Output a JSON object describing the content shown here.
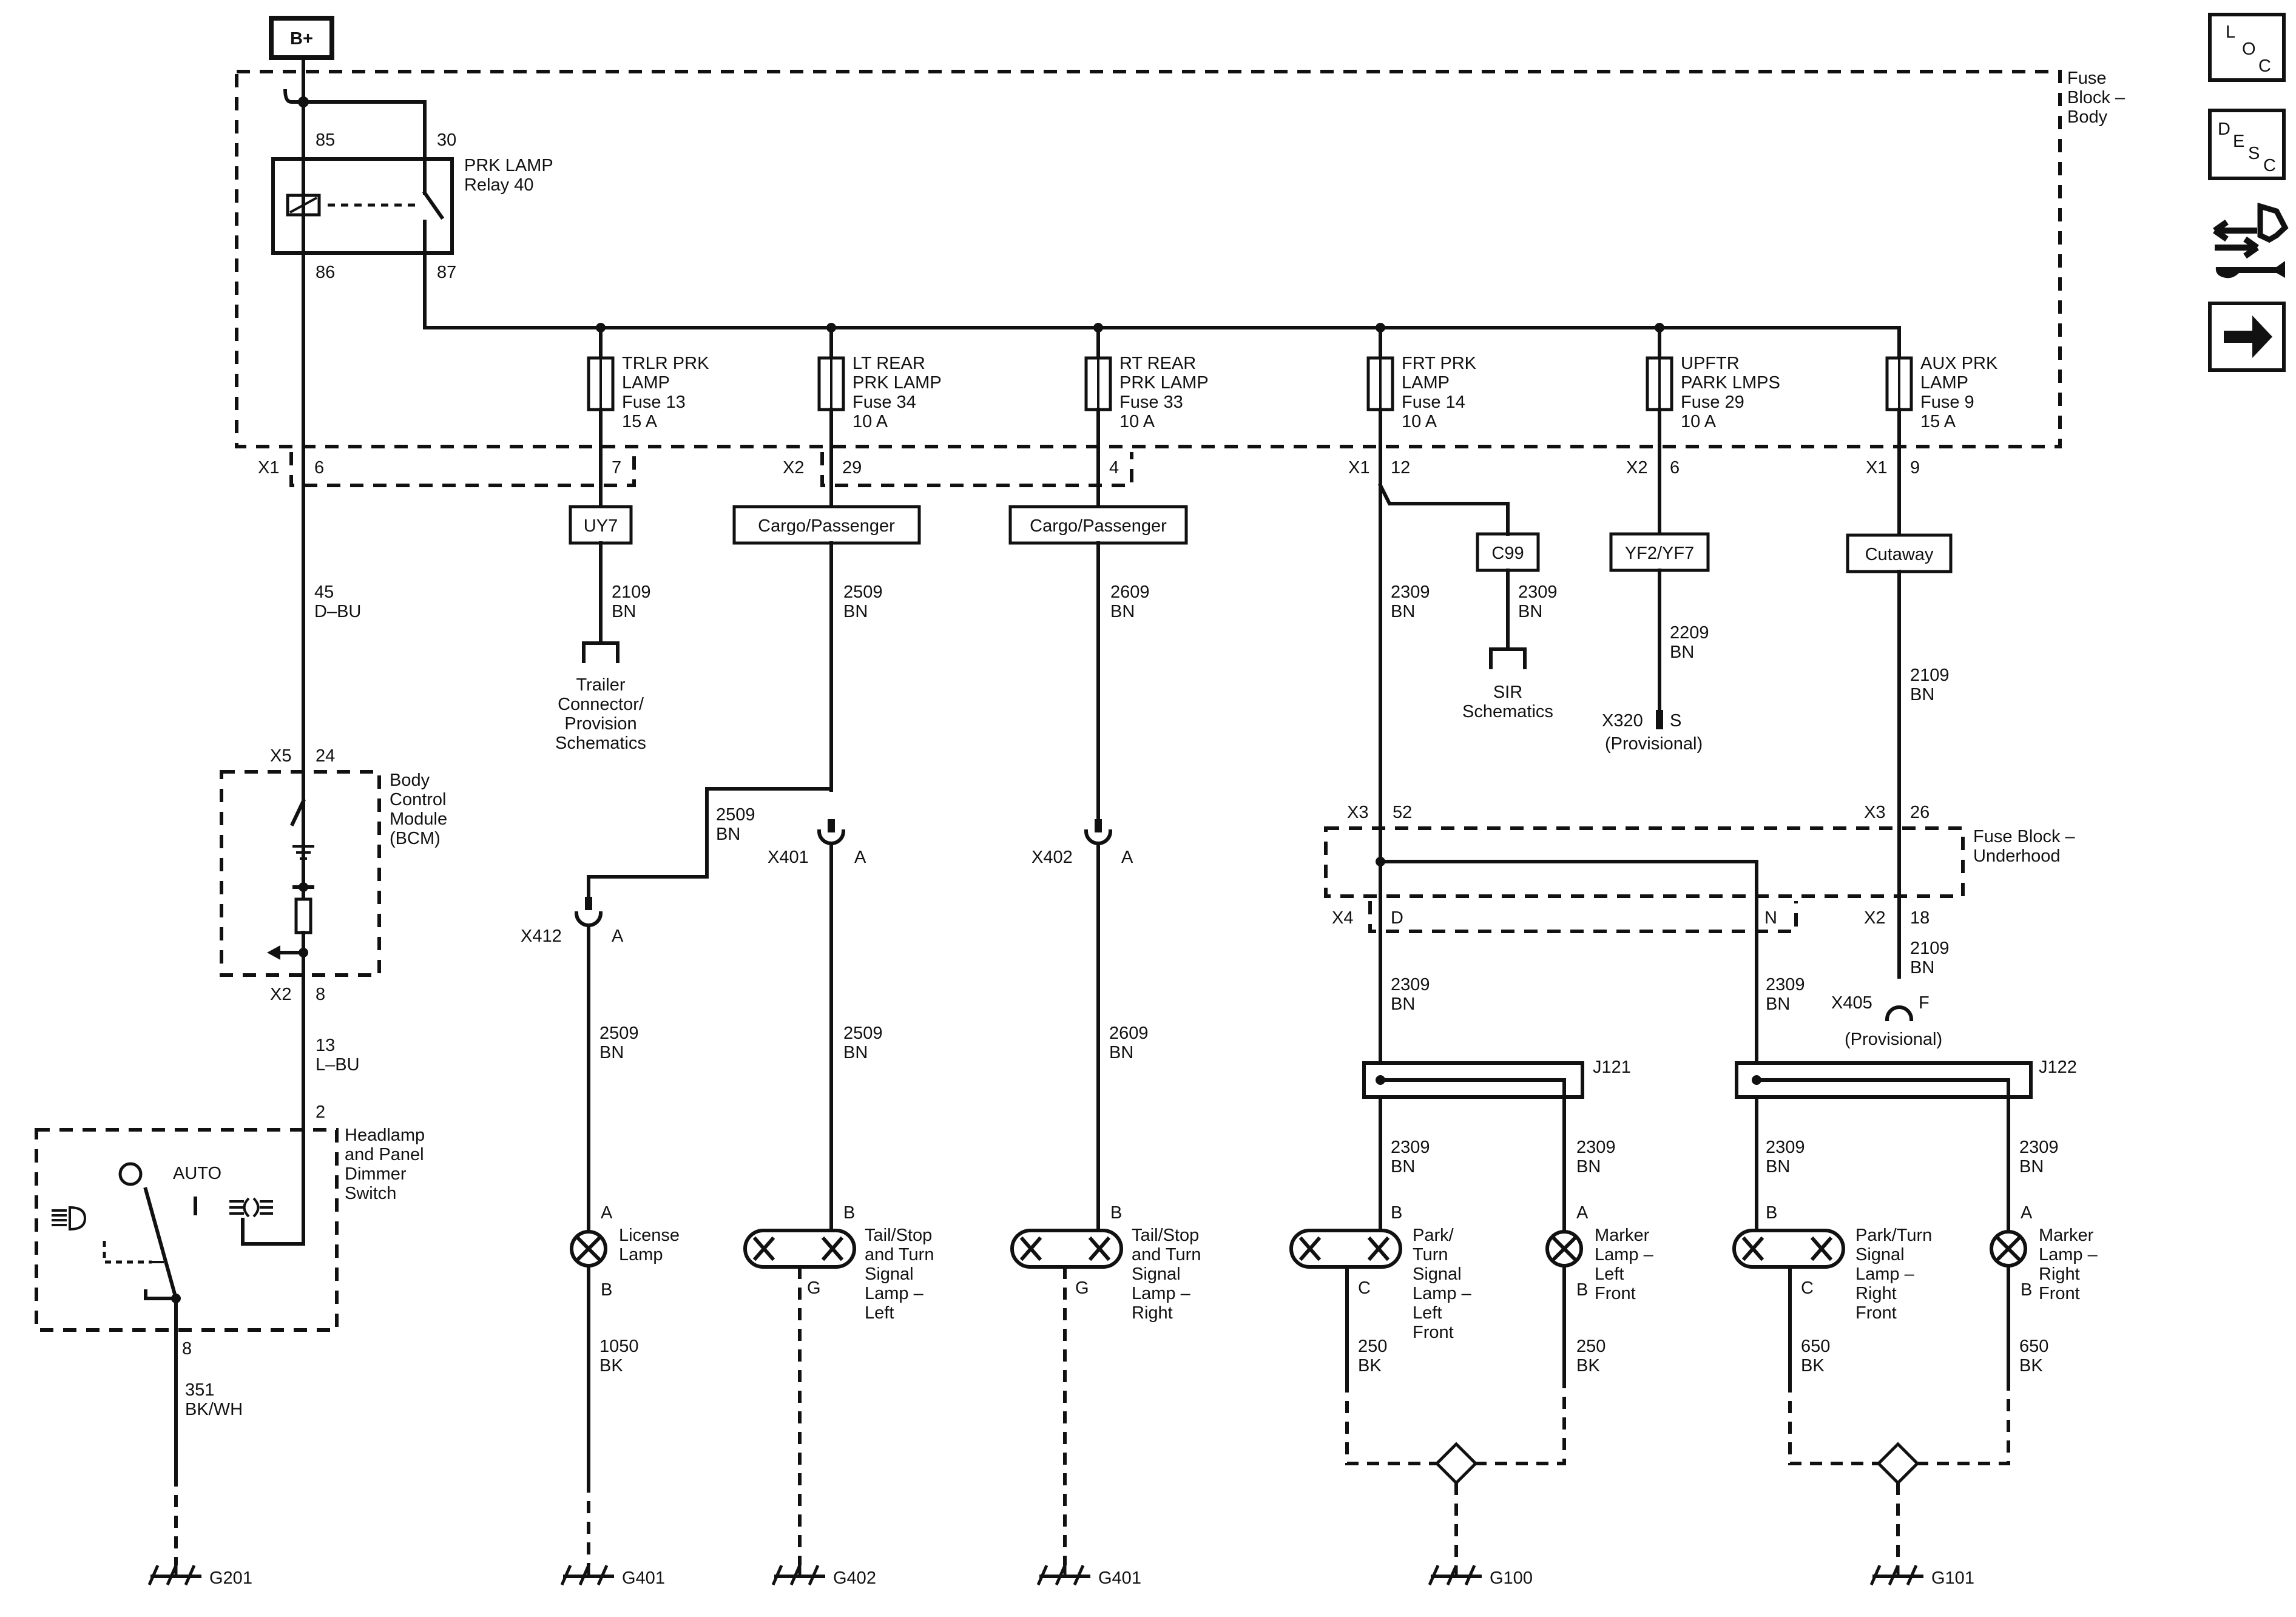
{
  "supply": "B+",
  "fuse_block_body": "Fuse\nBlock –\nBody",
  "relay": {
    "name": "PRK LAMP\nRelay 40",
    "pins": [
      "85",
      "30",
      "86",
      "87"
    ]
  },
  "fuses": [
    {
      "label": "TRLR PRK\nLAMP\nFuse 13\n15 A"
    },
    {
      "label": "LT REAR\nPRK LAMP\nFuse 34\n10 A"
    },
    {
      "label": "RT REAR\nPRK LAMP\nFuse 33\n10 A"
    },
    {
      "label": "FRT PRK\nLAMP\nFuse 14\n10 A"
    },
    {
      "label": "UPFTR\nPARK LMPS\nFuse 29\n10 A"
    },
    {
      "label": "AUX PRK\nLAMP\nFuse 9\n15 A"
    }
  ],
  "connectors": {
    "x1_6": [
      "X1",
      "6"
    ],
    "p7": "7",
    "x2_29": [
      "X2",
      "29"
    ],
    "p4": "4",
    "x1_12": [
      "X1",
      "12"
    ],
    "x2_6": [
      "X2",
      "6"
    ],
    "x1_9": [
      "X1",
      "9"
    ]
  },
  "options": [
    "UY7",
    "Cargo/Passenger",
    "Cargo/Passenger",
    "C99",
    "YF2/YF7",
    "Cutaway"
  ],
  "wires": {
    "w45": "45\nD–BU",
    "w2109a": "2109\nBN",
    "w2509a": "2509\nBN",
    "w2609a": "2609\nBN",
    "w2309a": "2309\nBN",
    "w2309c": "2309\nBN",
    "w2209": "2209\nBN",
    "w2109b": "2109\nBN",
    "w2509b": "2509\nBN",
    "w13": "13\nL–BU",
    "w2509c": "2509\nBN",
    "w2509d": "2509\nBN",
    "w2609b": "2609\nBN",
    "w2309d": "2309\nBN",
    "w2309e": "2309\nBN",
    "w2109c": "2109\nBN",
    "w2309f": "2309\nBN",
    "w2309g": "2309\nBN",
    "w2309h": "2309\nBN",
    "w2309i": "2309\nBN",
    "w351": "351\nBK/WH",
    "w1050": "1050\nBK",
    "w250a": "250\nBK",
    "w250b": "250\nBK",
    "w650a": "650\nBK",
    "w650b": "650\nBK"
  },
  "refs": {
    "trailer": "Trailer\nConnector/\nProvision\nSchematics",
    "sir": "SIR\nSchematics",
    "x320": "X320",
    "x320_pin": "S",
    "x320_prov": "(Provisional)"
  },
  "bcm": {
    "label": "Body\nControl\nModule\n(BCM)",
    "x5": "X5",
    "p24": "24",
    "x2": "X2",
    "p8": "8"
  },
  "headlamp_switch": {
    "label": "Headlamp\nand Panel\nDimmer\nSwitch",
    "auto": "AUTO",
    "p2": "2",
    "p8": "8"
  },
  "inline": {
    "x401": "X401",
    "x401_pin": "A",
    "x402": "X402",
    "x402_pin": "A",
    "x412": "X412",
    "x412_pin": "A",
    "x405": "X405",
    "x405_pin": "F",
    "x405_prov": "(Provisional)"
  },
  "fuse_block_underhood": {
    "label": "Fuse Block –\nUnderhood",
    "x3a": "X3",
    "p52": "52",
    "x3b": "X3",
    "p26": "26",
    "x4": "X4",
    "pD": "D",
    "pN": "N",
    "x2": "X2",
    "p18": "18"
  },
  "splices": [
    "J121",
    "J122"
  ],
  "lamps": [
    {
      "label": "License\nLamp",
      "pins": [
        "A",
        "B"
      ]
    },
    {
      "label": "Tail/Stop\nand Turn\nSignal\nLamp –\nLeft",
      "pins": [
        "B",
        "G"
      ]
    },
    {
      "label": "Tail/Stop\nand Turn\nSignal\nLamp –\nRight",
      "pins": [
        "B",
        "G"
      ]
    },
    {
      "label": "Park/\nTurn\nSignal\nLamp –\nLeft\nFront",
      "pins": [
        "B",
        "C"
      ]
    },
    {
      "label": "Marker\nLamp –\nLeft\nFront",
      "pins": [
        "A",
        "B"
      ]
    },
    {
      "label": "Park/Turn\nSignal\nLamp –\nRight\nFront",
      "pins": [
        "B",
        "C"
      ]
    },
    {
      "label": "Marker\nLamp –\nRight\nFront",
      "pins": [
        "A",
        "B"
      ]
    }
  ],
  "grounds": [
    "G201",
    "G401",
    "G402",
    "G401",
    "G100",
    "G101"
  ],
  "nav": {
    "loc": [
      "L",
      "O",
      "C"
    ],
    "desc": [
      "D",
      "E",
      "S",
      "C"
    ]
  }
}
